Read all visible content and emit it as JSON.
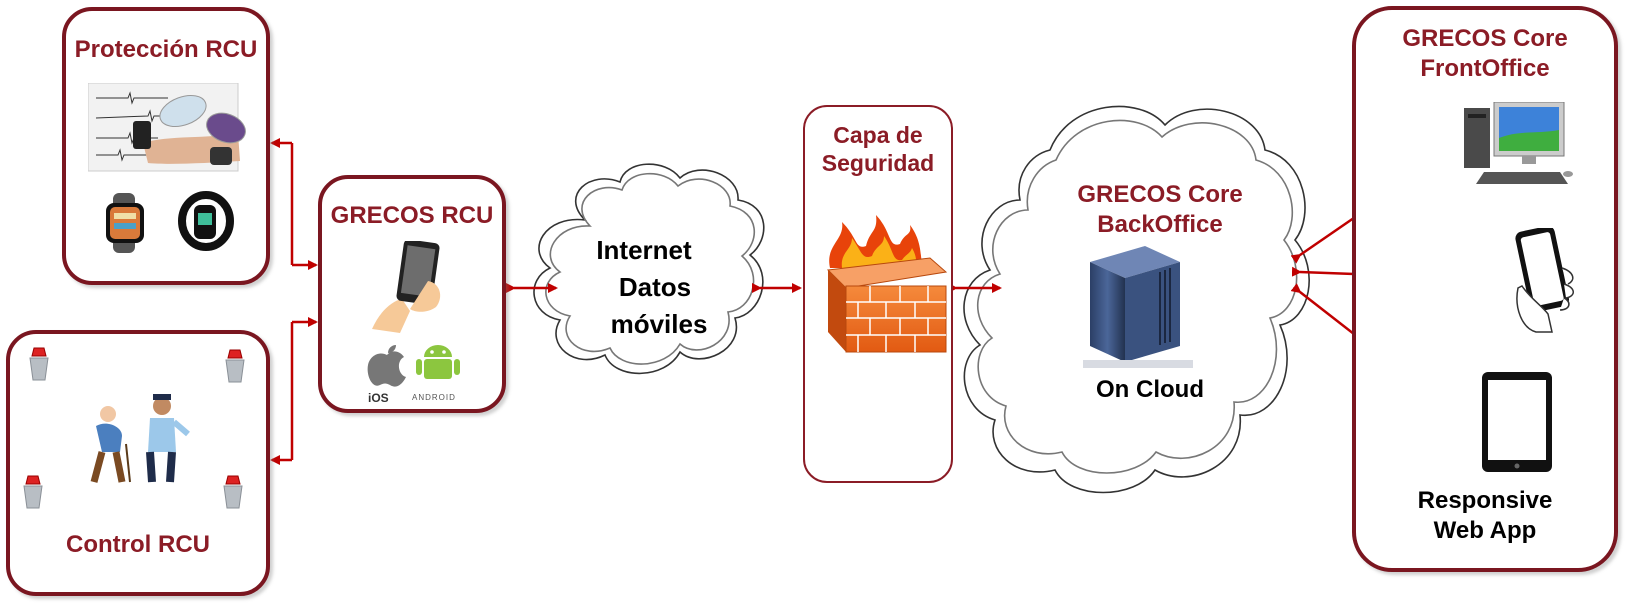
{
  "proteccion": {
    "title": "Protección RCU"
  },
  "control": {
    "title": "Control RCU"
  },
  "rcu": {
    "title": "GRECOS RCU",
    "ios_label": "iOS",
    "android_label": "ANDROID"
  },
  "internet": {
    "line1": "Internet",
    "line2": "Datos",
    "line3": "móviles"
  },
  "seguridad": {
    "line1": "Capa de",
    "line2": "Seguridad"
  },
  "backoffice": {
    "line1": "GRECOS Core",
    "line2": "BackOffice",
    "cloud_label": "On Cloud"
  },
  "frontoffice": {
    "line1": "GRECOS Core",
    "line2": "FrontOffice",
    "app_line1": "Responsive",
    "app_line2": "Web App"
  },
  "colors": {
    "border": "#7a1620",
    "title": "#8b1c26",
    "arrow": "#c00000"
  }
}
